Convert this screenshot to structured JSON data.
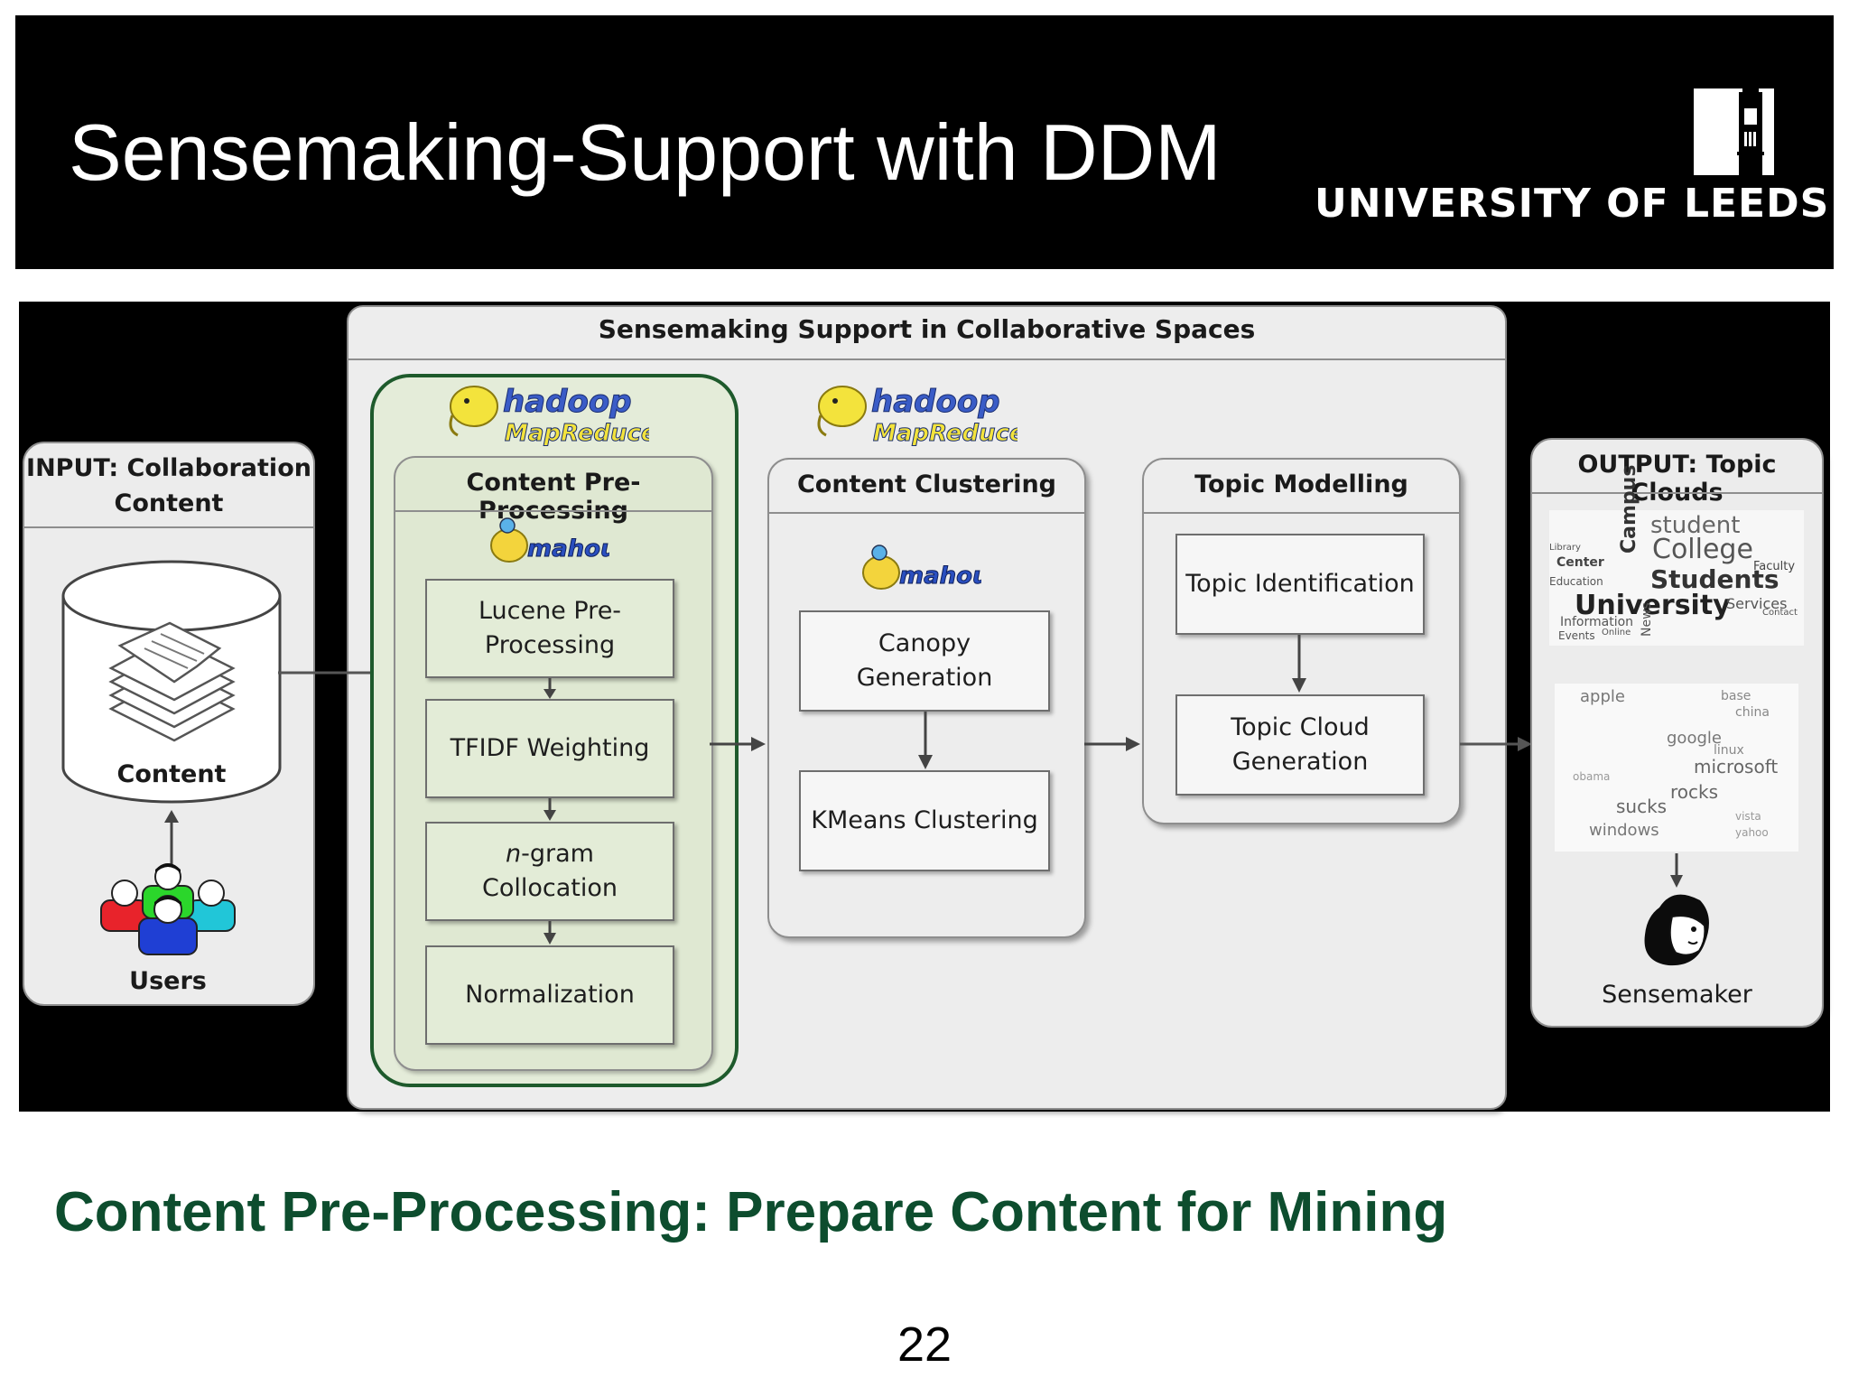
{
  "slide": {
    "title": "Sensemaking-Support with DDM",
    "university": "UNIVERSITY OF LEEDS",
    "caption": "Content Pre-Processing: Prepare Content for Mining",
    "page_number": "22"
  },
  "diagram": {
    "main_title": "Sensemaking Support in Collaborative Spaces",
    "input": {
      "title_line1": "INPUT: Collaboration",
      "title_line2": "Content",
      "content_label": "Content",
      "users_label": "Users"
    },
    "preprocessing": {
      "title": "Content Pre-Processing",
      "steps": [
        {
          "line1": "Lucene Pre-",
          "line2": "Processing"
        },
        {
          "line1": "TFIDF Weighting"
        },
        {
          "italic": "n",
          "rest": "-gram Collocation"
        },
        {
          "line1": "Normalization"
        }
      ]
    },
    "clustering": {
      "title": "Content Clustering",
      "steps": [
        "Canopy Generation",
        "KMeans Clustering"
      ]
    },
    "topic_modelling": {
      "title": "Topic Modelling",
      "steps": [
        {
          "line1": "Topic Identification"
        },
        {
          "line1": "Topic Cloud",
          "line2": "Generation"
        }
      ]
    },
    "output": {
      "title": "OUTPUT: Topic Clouds",
      "sensemaker_label": "Sensemaker",
      "cloud1_words": [
        "student",
        "College",
        "Students",
        "University",
        "Campus",
        "Library",
        "Center",
        "Education",
        "Information",
        "Events",
        "Faculty",
        "Services",
        "News",
        "Contact",
        "Online"
      ],
      "cloud2_words": [
        "apple",
        "base",
        "china",
        "google",
        "linux",
        "microsoft",
        "obama",
        "rocks",
        "sucks",
        "windows",
        "vista",
        "yahoo"
      ]
    },
    "logos": {
      "hadoop_top": "hadoop",
      "hadoop_bottom": "MapReduce",
      "mahout": "mahout"
    }
  },
  "colors": {
    "caption_green": "#0d4d2e",
    "highlight_border": "#1e5a2c",
    "preprocessing_fill": "#dfe8d2"
  }
}
